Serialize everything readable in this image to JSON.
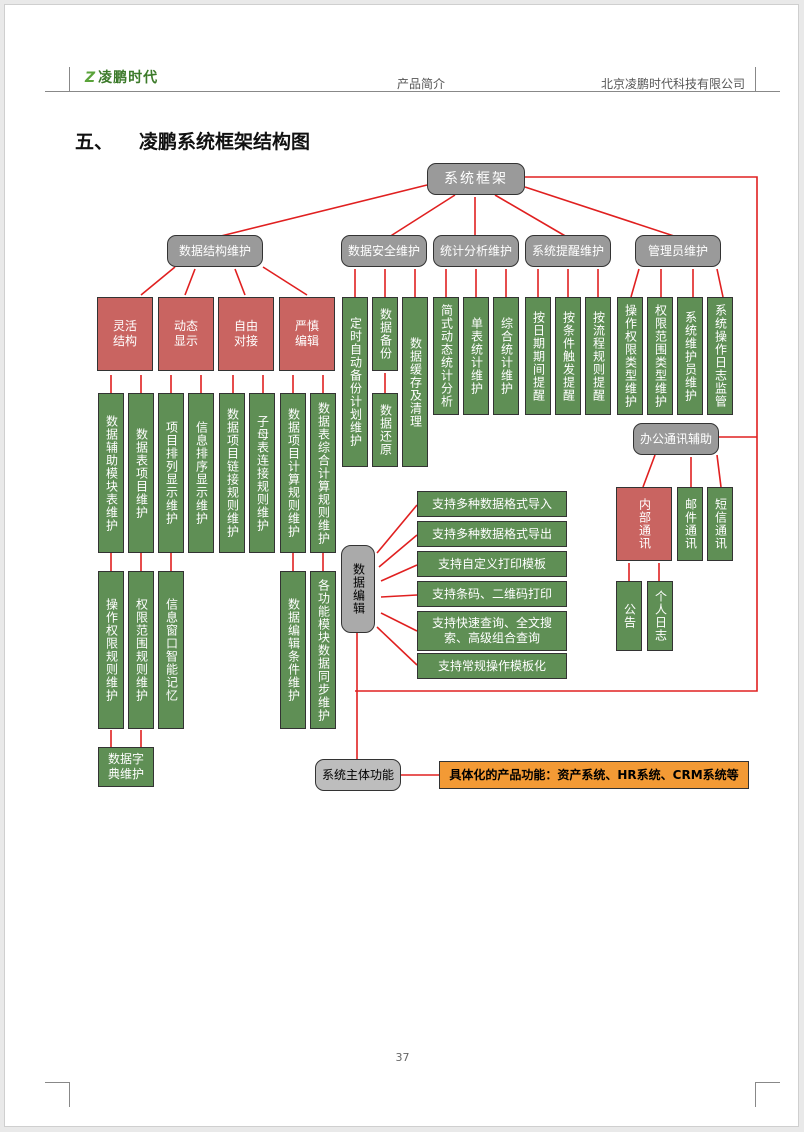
{
  "header": {
    "logo": "凌鹏时代",
    "center": "产品简介",
    "right": "北京凌鹏时代科技有限公司"
  },
  "section": {
    "number": "五、",
    "title": "凌鹏系统框架结构图"
  },
  "diagram": {
    "root": "系统框架",
    "level1": [
      "数据结构维护",
      "数据安全维护",
      "统计分析维护",
      "系统提醒维护",
      "管理员维护"
    ],
    "structure": [
      "灵活结构",
      "动态显示",
      "自由对接",
      "严慎编辑"
    ],
    "structure_lines": [
      [
        "灵活",
        "结构"
      ],
      [
        "动态",
        "显示"
      ],
      [
        "自由",
        "对接"
      ],
      [
        "严慎",
        "编辑"
      ]
    ],
    "structure_sub1": [
      "数据辅助模块表维护",
      "数据表项目维护",
      "项目排列显示维护",
      "信息排序显示维护",
      "数据项目链接规则维护",
      "子母表连接规则维护",
      "数据项目计算规则维护",
      "数据表综合计算规则维护"
    ],
    "structure_sub2": [
      "操作权限规则维护",
      "权限范围规则维护",
      "信息窗口智能记忆",
      "数据编辑条件维护",
      "各功能模块数据同步维护"
    ],
    "structure_sub3": "数据字典维护",
    "security": [
      "定时自动备份计划维护",
      "数据备份",
      "数据缓存及清理"
    ],
    "security_sub": "数据还原",
    "stats": [
      "简式动态统计分析",
      "单表统计维护",
      "综合统计维护"
    ],
    "remind": [
      "按日期期间提醒",
      "按条件触发提醒",
      "按流程规则提醒"
    ],
    "admin": [
      "操作权限类型维护",
      "权限范围类型维护",
      "系统维护员维护",
      "系统操作日志监管"
    ],
    "office": "办公通讯辅助",
    "office_sub": [
      "内部通讯",
      "邮件通讯",
      "短信通讯"
    ],
    "office_sub2": [
      "公告",
      "个人日志"
    ],
    "data_edit": "数据编辑",
    "edit_features": [
      "支持多种数据格式导入",
      "支持多种数据格式导出",
      "支持自定义打印模板",
      "支持条码、二维码打印",
      "支持快速查询、全文搜索、高级组合查询",
      "支持常规操作模板化"
    ],
    "main_func": "系统主体功能",
    "product": "具体化的产品功能：资产系统、HR系统、CRM系统等",
    "colors": {
      "green": "#5f8f55",
      "red": "#c96461",
      "gray": "#9a9a9a",
      "orange": "#f39a35",
      "line": "#e02020"
    }
  },
  "page_number": "37"
}
